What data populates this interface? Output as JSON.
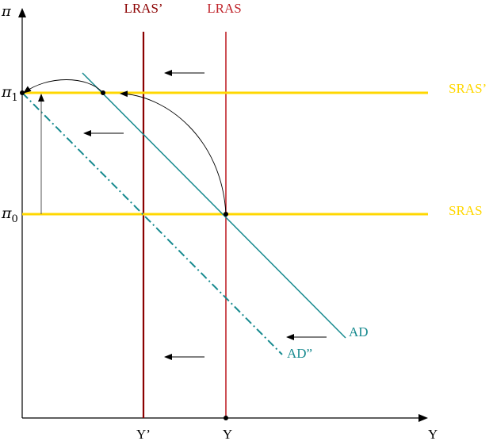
{
  "axes": {
    "y_label": "π",
    "x_label": "Y"
  },
  "y_ticks": {
    "pi1": "π",
    "pi1_sub": "1",
    "pi0": "π",
    "pi0_sub": "0"
  },
  "x_ticks": {
    "y_prime": "Y’",
    "y": "Y"
  },
  "curves": {
    "lras_prime": "LRAS’",
    "lras": "LRAS",
    "sras_prime": "SRAS’",
    "sras": "SRAS",
    "ad": "AD",
    "ad_double_prime": "AD”"
  },
  "colors": {
    "lras_prime": "#8b0000",
    "lras": "#c0242b",
    "sras": "#ffd700",
    "ad": "#178a8f",
    "axis": "#000000"
  }
}
